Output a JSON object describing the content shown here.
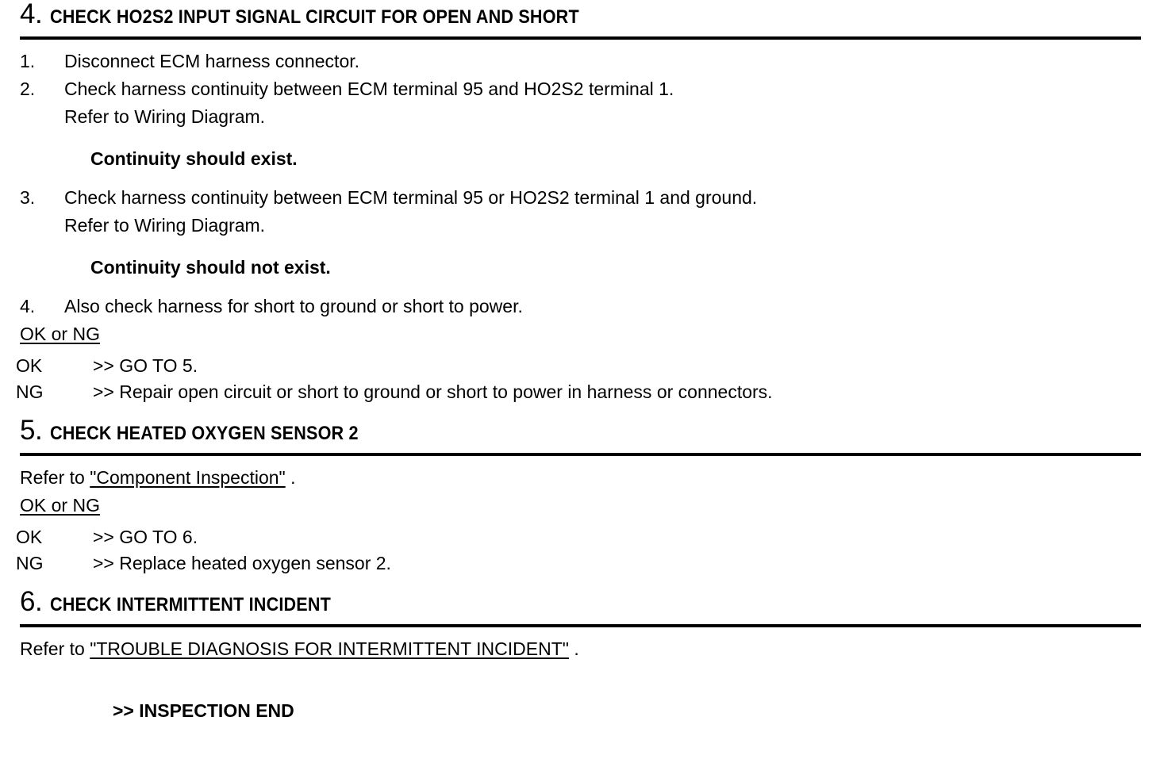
{
  "document": {
    "type": "diagnostic-procedure",
    "steps": [
      {
        "number": "4.",
        "title": "CHECK HO2S2 INPUT SIGNAL CIRCUIT FOR OPEN AND SHORT",
        "items": [
          {
            "num": "1.",
            "text": "Disconnect ECM harness connector."
          },
          {
            "num": "2.",
            "text": "Check harness continuity between ECM terminal 95 and HO2S2 terminal 1.\nRefer to Wiring Diagram."
          }
        ],
        "note_1": "Continuity should exist.",
        "item_3": {
          "num": "3.",
          "text": "Check harness continuity between ECM terminal 95 or HO2S2 terminal 1 and ground.\nRefer to Wiring Diagram."
        },
        "note_2": "Continuity should not exist.",
        "item_4": {
          "num": "4.",
          "text": "Also check harness for short to ground or short to power."
        },
        "judgement_label": "OK or NG",
        "results": [
          {
            "label": "OK",
            "text": ">> GO TO 5."
          },
          {
            "label": "NG",
            "text": ">> Repair open circuit or short to ground or short to power in harness or connectors."
          }
        ]
      },
      {
        "number": "5.",
        "title": "CHECK HEATED OXYGEN SENSOR 2",
        "refer_prefix": "Refer to ",
        "refer_link": "\"Component Inspection\"",
        "refer_suffix": " .",
        "judgement_label": "OK or NG",
        "results": [
          {
            "label": "OK",
            "text": ">> GO TO 6."
          },
          {
            "label": "NG",
            "text": ">> Replace heated oxygen sensor 2."
          }
        ]
      },
      {
        "number": "6.",
        "title": "CHECK INTERMITTENT INCIDENT",
        "refer_prefix": "Refer to ",
        "refer_link": "\"TROUBLE DIAGNOSIS FOR INTERMITTENT INCIDENT\"",
        "refer_suffix": " .",
        "end_text": ">> INSPECTION END"
      }
    ]
  }
}
